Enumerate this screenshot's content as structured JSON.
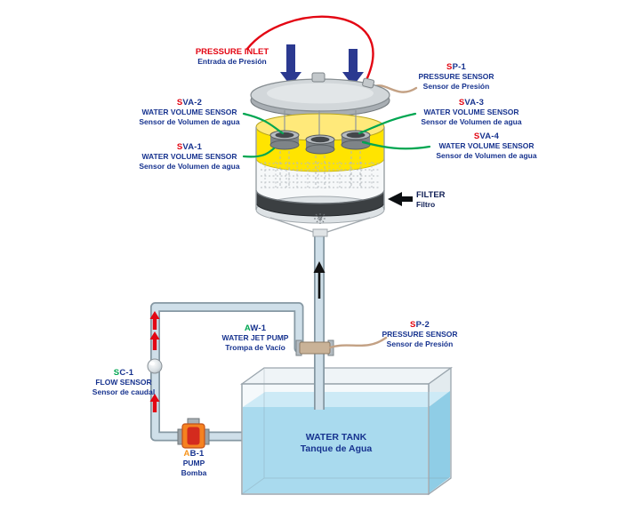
{
  "colors": {
    "sensor_red": "#e30613",
    "label_blue": "#17338f",
    "actuator_green": "#00a651",
    "pump_orange": "#f7941d",
    "inlet_arrow_blue": "#2b3990",
    "sensor_line_green": "#00a651",
    "sensor_line_tan": "#c3a184",
    "filter_yellow": "#ffe400",
    "pipe_fill": "#cfdfe9",
    "water_blue": "#a9daee"
  },
  "labels": {
    "pressure_inlet": {
      "en": "PRESSURE INLET",
      "es": "Entrada de Presión"
    },
    "sp1": {
      "prefix": "S",
      "code": "P-1",
      "en": "PRESSURE SENSOR",
      "es": "Sensor de Presión"
    },
    "sva1": {
      "prefix": "S",
      "code": "VA-1",
      "en": "WATER VOLUME SENSOR",
      "es": "Sensor de Volumen de agua"
    },
    "sva2": {
      "prefix": "S",
      "code": "VA-2",
      "en": "WATER VOLUME SENSOR",
      "es": "Sensor de Volumen de agua"
    },
    "sva3": {
      "prefix": "S",
      "code": "VA-3",
      "en": "WATER VOLUME SENSOR",
      "es": "Sensor de Volumen de agua"
    },
    "sva4": {
      "prefix": "S",
      "code": "VA-4",
      "en": "WATER VOLUME SENSOR",
      "es": "Sensor de Volumen de agua"
    },
    "filter": {
      "en": "FILTER",
      "es": "Filtro"
    },
    "aw1": {
      "prefix": "A",
      "code": "W-1",
      "en": "WATER JET PUMP",
      "es": "Trompa de Vacío"
    },
    "sp2": {
      "prefix": "S",
      "code": "P-2",
      "en": "PRESSURE SENSOR",
      "es": "Sensor de Presión"
    },
    "sc1": {
      "prefix": "S",
      "code": "C-1",
      "en": "FLOW SENSOR",
      "es": "Sensor de caudal"
    },
    "ab1": {
      "prefix": "A",
      "code": "B-1",
      "en": "PUMP",
      "es": "Bomba"
    },
    "water_tank": {
      "en": "WATER TANK",
      "es": "Tanque de Agua"
    }
  }
}
